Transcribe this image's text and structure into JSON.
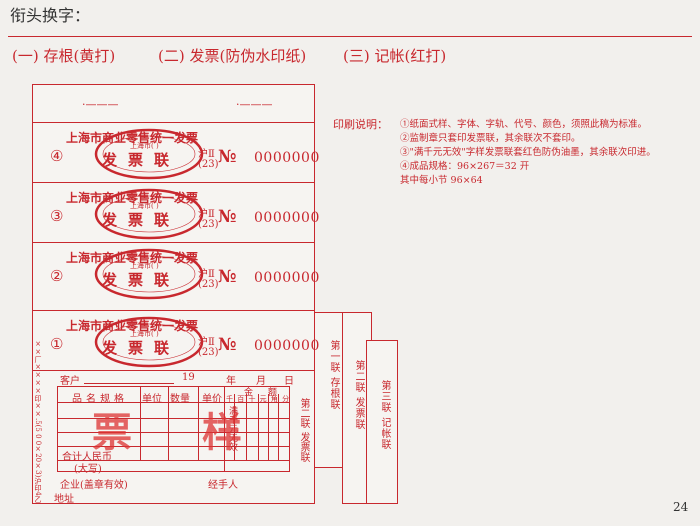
{
  "header": {
    "title": "衔头换字：",
    "parts": [
      "(一) 存根(黄打)",
      "(二) 发票(防伪水印纸)",
      "(三) 记帐(红打)"
    ]
  },
  "sheet": {
    "dash_left": "·———",
    "dash_right": "·———",
    "coupons": [
      {
        "num": "④",
        "title": "上海市商业零售统一发票",
        "sub": "上海市(  )",
        "fapiao": "发票联",
        "hu": "沪Ⅱ",
        "code": "(23)",
        "no": "№",
        "serial": "0000000"
      },
      {
        "num": "③",
        "title": "上海市商业零售统一发票",
        "sub": "上海市(  )",
        "fapiao": "发票联",
        "hu": "沪Ⅱ",
        "code": "(23)",
        "no": "№",
        "serial": "0000000"
      },
      {
        "num": "②",
        "title": "上海市商业零售统一发票",
        "sub": "上海市(  )",
        "fapiao": "发票联",
        "hu": "沪Ⅱ",
        "code": "(23)",
        "no": "№",
        "serial": "0000000"
      },
      {
        "num": "①",
        "title": "上海市商业零售统一发票",
        "sub": "上海市(  )",
        "fapiao": "发票联",
        "hu": "沪Ⅱ",
        "code": "(23)",
        "no": "№",
        "serial": "0000000"
      }
    ],
    "form": {
      "customer": "客户",
      "year": "19",
      "nian": "年",
      "yue": "月",
      "ri": "日",
      "col_name": "品名规格",
      "col_unit": "单位",
      "col_qty": "数量",
      "col_price": "单价",
      "col_amount_top": "金",
      "col_amount_bot": "额",
      "col_stamp": "满千元无效",
      "col_amount_sub": "千 百 十 元 角 分",
      "second_copy": "第二联",
      "invoice_copy": "发票联",
      "stamp_big_1": "票",
      "stamp_big_2": "样",
      "total_label": "合计人民币",
      "total_caps": "(大写)",
      "company": "企业(盖章有效)",
      "handler": "经手人",
      "address": "地址"
    },
    "vert_code": "××厂××××印××.5(5 0 0×20×3)沪印4乙"
  },
  "stubs": {
    "stub1": "第一联 存根联",
    "stub2": "第二联 发票联",
    "stub3": "第三联 记帐联"
  },
  "notes": {
    "label": "印刷说明：",
    "lines": [
      "①纸面式样、字体、字轨、代号、颜色，须照此稿为标准。",
      "②监制章只套印发票联，其余联次不套印。",
      "③\"满千元无效\"字样发票联套红色防伪油墨，其余联次印进。",
      "④成品规格：96×267＝32 开",
      "  其中每小节 96×64"
    ]
  },
  "page": {
    "number": "24"
  },
  "colors": {
    "accent": "#c8282e",
    "paper": "#f2f0ed"
  }
}
